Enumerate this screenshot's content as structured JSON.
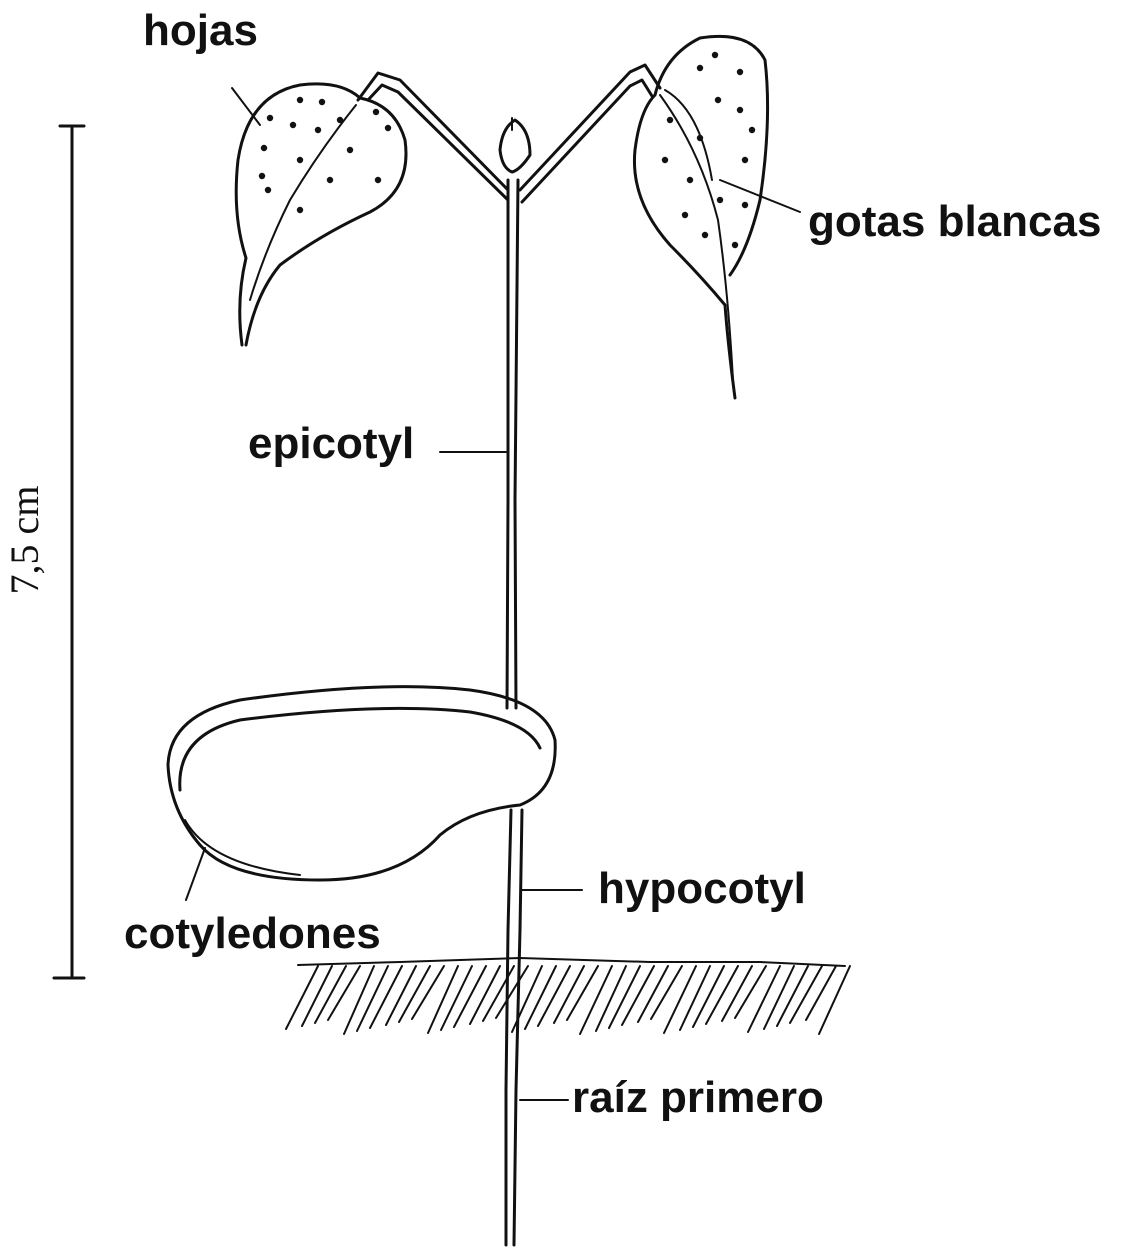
{
  "labels": {
    "leaves": "hojas",
    "white_drops": "gotas blancas",
    "epicotyl": "epicotyl",
    "cotyledons": "cotyledones",
    "hypocotyl": "hypocotyl",
    "primary_root": "raíz primero",
    "scale": "7,5 cm"
  },
  "colors": {
    "ink": "#111111",
    "paper": "#ffffff"
  }
}
